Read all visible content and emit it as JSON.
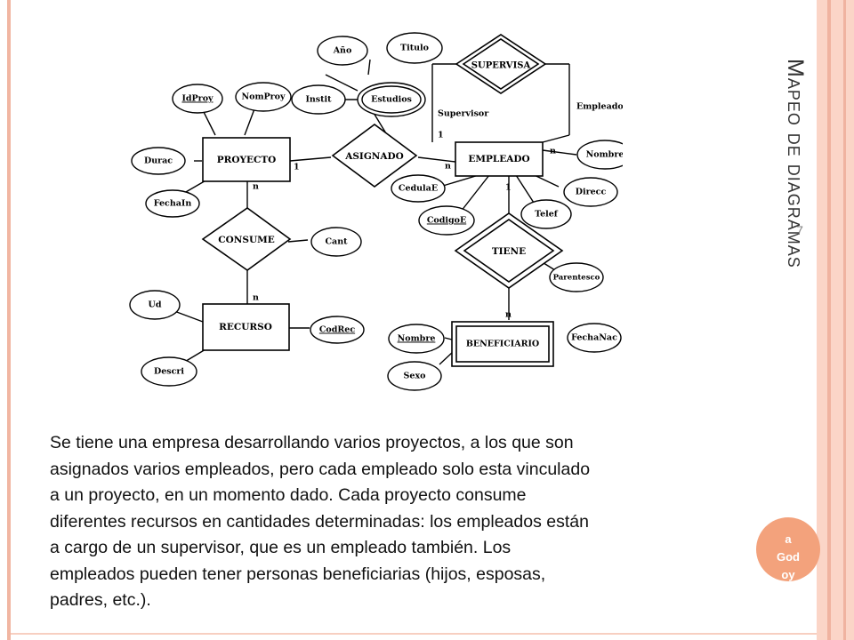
{
  "title": "Mapeo de diagramas",
  "slide_number": "7",
  "badge_text": "a\nGod\noy",
  "description_lines": [
    "Se tiene una empresa desarrollando varios proyectos, a los que son",
    "asignados varios empleados, pero cada empleado solo esta vinculado",
    "a un proyecto, en un momento dado. Cada proyecto consume",
    "diferentes recursos en cantidades determinadas: los empleados están",
    "a cargo de un supervisor, que es un empleado también. Los",
    "empleados pueden tener personas beneficiarias (hijos, esposas,",
    "padres, etc.)."
  ],
  "diagram": {
    "entities": {
      "proyecto": "PROYECTO",
      "empleado": "EMPLEADO",
      "recurso": "RECURSO",
      "beneficiario": "BENEFICIARIO"
    },
    "relationships": {
      "asignado": "ASIGNADO",
      "consume": "CONSUME",
      "tiene": "TIENE",
      "supervisa": "SUPERVISA"
    },
    "attributes": {
      "idproy": "IdProy",
      "nomproy": "NomProy",
      "durac": "Durac",
      "fechain": "FechaIn",
      "cant": "Cant",
      "ud": "Ud",
      "descri": "Descri",
      "codrec": "CodRec",
      "anio": "Año",
      "titulo": "Titulo",
      "instit": "Instit",
      "estudios": "Estudios",
      "nombre_emp": "Nombre",
      "direcc": "Direcc",
      "telef": "Telef",
      "cedulae": "CedulaE",
      "codigoe": "CodigoE",
      "parentesco": "Parentesco",
      "nombre_ben": "Nombre",
      "sexo": "Sexo",
      "fechanac": "FechaNac"
    },
    "roles": {
      "supervisor": "Supervisor",
      "empleado": "Empleado"
    },
    "cardinalities": {
      "proyecto_asignado": "1",
      "asignado_empleado": "n",
      "proyecto_consume": "n",
      "consume_recurso": "n",
      "supervisor_side": "1",
      "empleado_side": "n",
      "empleado_tiene": "1",
      "tiene_beneficiario": "n"
    }
  }
}
